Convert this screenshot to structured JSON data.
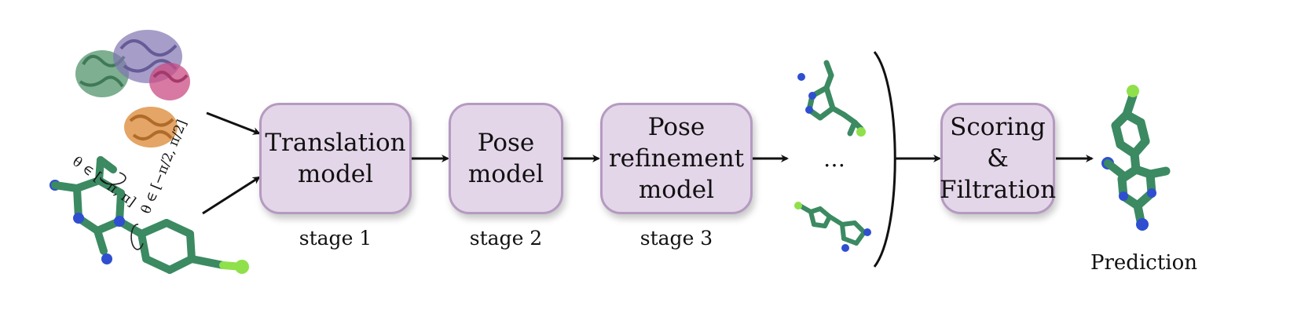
{
  "boxes": {
    "translation": [
      "Translation",
      "model"
    ],
    "pose": [
      "Pose",
      "model"
    ],
    "refinement": [
      "Pose",
      "refinement",
      "model"
    ],
    "scoring": [
      "Scoring",
      "&",
      "Filtration"
    ]
  },
  "stages": [
    "stage 1",
    "stage 2",
    "stage 3"
  ],
  "ellipsis": "…",
  "prediction_label": "Prediction",
  "theta_labels": [
    "θ ∈ [−π, π]",
    "θ ∈ [−π/2, π/2]"
  ],
  "colors": {
    "box_fill": "#e4d6e9",
    "box_border": "#b59ac1",
    "ligand": "#3b8a62",
    "nitrogen": "#2f4fd0",
    "fluorine": "#8fe04a",
    "protein_green": "#3f8a5c",
    "protein_purple": "#7466a8",
    "protein_pink": "#c43a78",
    "protein_orange": "#d9822b"
  }
}
